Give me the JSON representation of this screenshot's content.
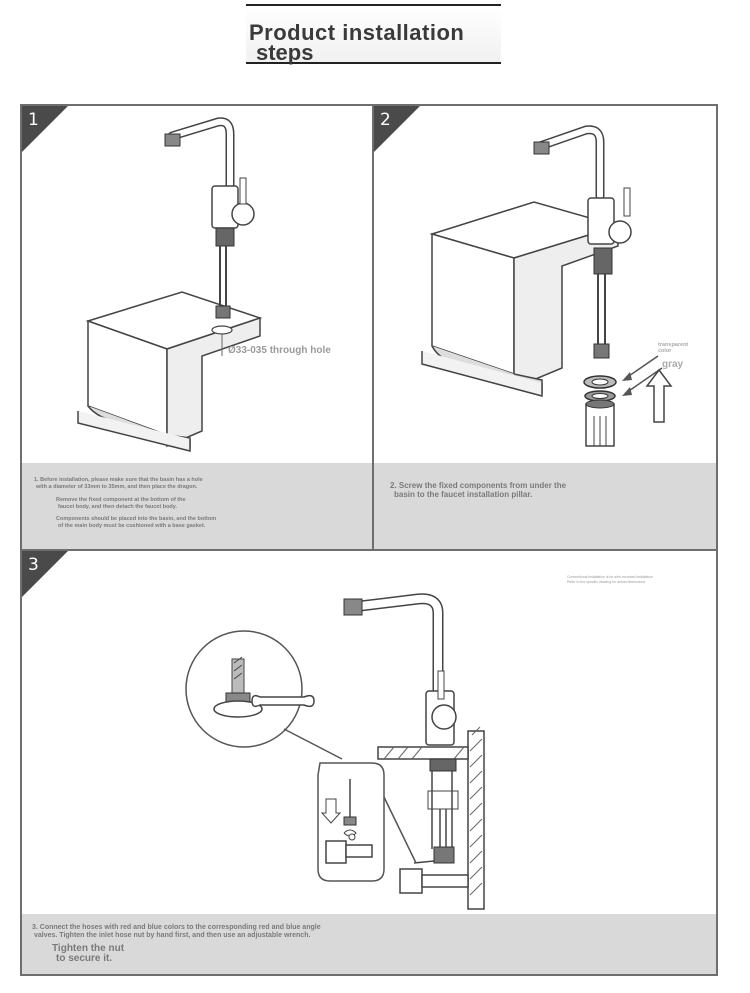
{
  "header": {
    "title_line1": "Product installation",
    "title_line2": "steps"
  },
  "steps": [
    {
      "number": "1",
      "labels": {
        "hole": "Ø33-035 through hole"
      },
      "caption": {
        "line1": "1. Before installation, please make sure that the basin has a hole",
        "line2": "with a diameter of 33mm to 35mm, and then place the dragon.",
        "line3": "Remove the fixed component at the bottom of the",
        "line4": "faucet body, and then detach the faucet body.",
        "line5": "Components should be placed into the basin, and the bottom",
        "line6": "of the main body must be cushioned with a base gasket."
      }
    },
    {
      "number": "2",
      "labels": {
        "transparent": "transparent color",
        "gray": "gray"
      },
      "caption": {
        "line1": "2. Screw the fixed components from under the",
        "line2": "basin to the faucet installation pillar."
      }
    },
    {
      "number": "3",
      "note": {
        "line1": "Conventional installation is for sink-mounted installation",
        "line2": "Refer to the specific drawing for actual dimensions"
      },
      "caption": {
        "line1": "3. Connect the hoses with red and blue colors to the corresponding red and blue angle",
        "line2": "valves. Tighten the inlet hose nut by hand first, and then use an adjustable wrench.",
        "line3": "Tighten the nut",
        "line4": "to secure it."
      }
    }
  ]
}
